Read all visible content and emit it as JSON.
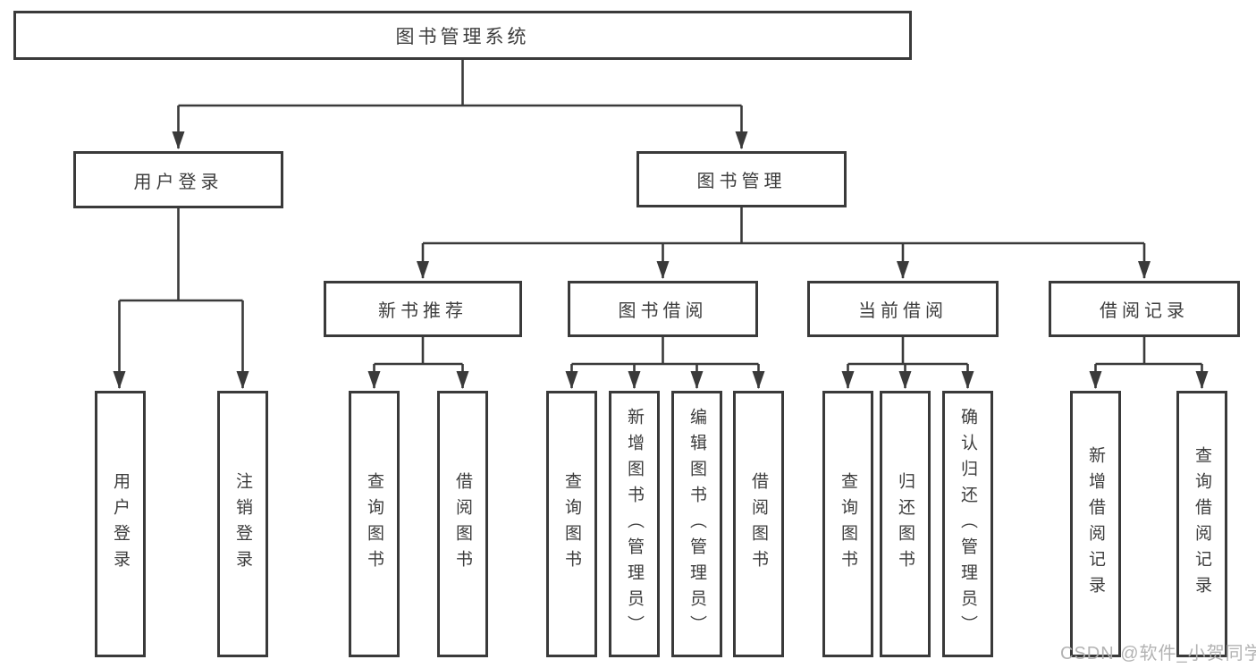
{
  "diagram": {
    "root": "图书管理系统",
    "branches": [
      {
        "label": "用户登录",
        "children": [
          "用户登录",
          "注销登录"
        ]
      },
      {
        "label": "图书管理",
        "sections": [
          {
            "label": "新书推荐",
            "children": [
              "查询图书",
              "借阅图书"
            ]
          },
          {
            "label": "图书借阅",
            "children": [
              "查询图书",
              "新增图书（管理员）",
              "编辑图书（管理员）",
              "借阅图书"
            ]
          },
          {
            "label": "当前借阅",
            "children": [
              "查询图书",
              "归还图书",
              "确认归还（管理员）"
            ]
          },
          {
            "label": "借阅记录",
            "children": [
              "新增借阅记录",
              "查询借阅记录"
            ]
          }
        ]
      }
    ]
  },
  "watermark": {
    "text": "CSDN @软件_小贺同学"
  },
  "colors": {
    "line": "#3a3a3a",
    "text": "#3d3d3d",
    "watermark": "#afafaf",
    "background": "#ffffff"
  }
}
